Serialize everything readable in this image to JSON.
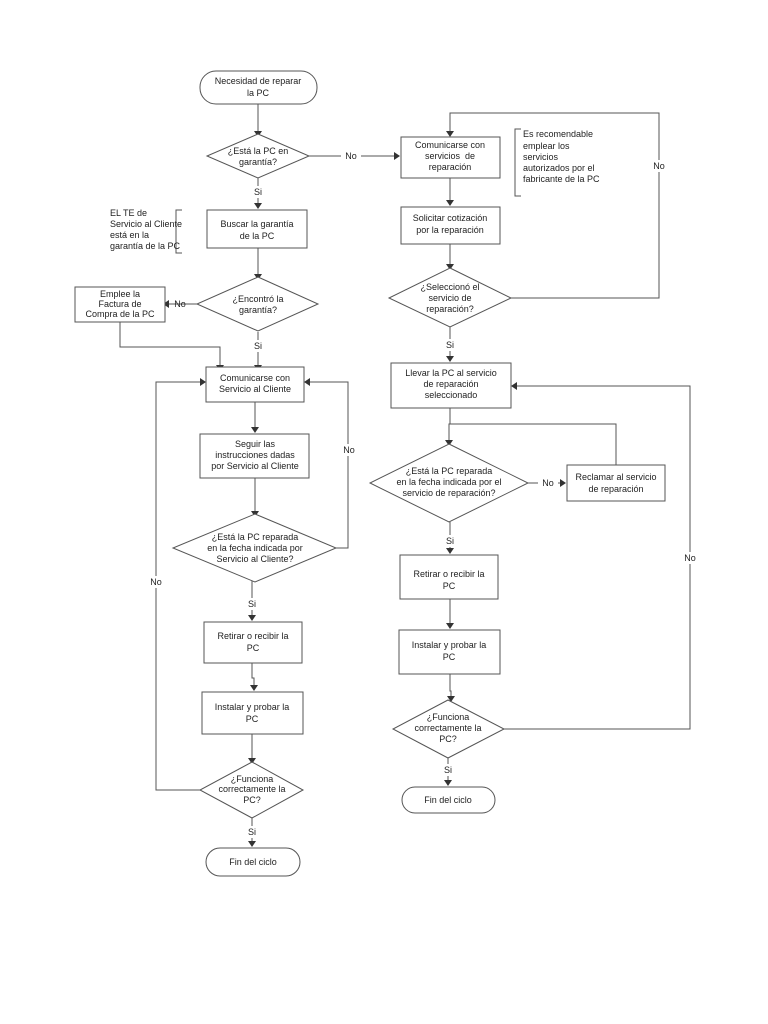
{
  "start": [
    "Necesidad de reparar",
    "la PC"
  ],
  "warranty_q": [
    "¿Está la PC en",
    "garantía?"
  ],
  "search_warranty": [
    "Buscar la garantía",
    "de la PC"
  ],
  "note_te": [
    "EL TE de",
    "Servicio al Cliente",
    "está en la",
    "garantía de la PC"
  ],
  "found_q": [
    "¿Encontró la",
    "garantía?"
  ],
  "use_invoice": [
    "Emplee la",
    "Factura de",
    "Compra de la PC"
  ],
  "contact_cs": [
    "Comunicarse con",
    "Servicio al Cliente"
  ],
  "follow_instr": [
    "Seguir las",
    "instrucciones dadas",
    "por Servicio al Cliente"
  ],
  "repaired_q_left": [
    "¿Está la PC reparada",
    "en la fecha indicada por",
    "Servicio al Cliente?"
  ],
  "pickup_left": [
    "Retirar o recibir la",
    "PC"
  ],
  "install_left": [
    "Instalar y probar la",
    "PC"
  ],
  "works_q_left": [
    "¿Funciona",
    "correctamente la",
    "PC?"
  ],
  "end_left": [
    "Fin del ciclo"
  ],
  "contact_repair": [
    "Comunicarse con",
    "servicios  de",
    "reparación"
  ],
  "note_auth": [
    "Es recomendable",
    "emplear los",
    "servicios",
    "autorizados por el",
    "fabricante de la PC"
  ],
  "request_quote": [
    "Solicitar cotización",
    "por la reparación"
  ],
  "selected_q": [
    "¿Seleccionó el",
    "servicio de",
    "reparación?"
  ],
  "take_pc": [
    "Llevar la PC al servicio",
    "de reparación",
    "seleccionado"
  ],
  "repaired_q_right": [
    "¿Está la PC reparada",
    "en la fecha indicada por el",
    "servicio de reparación?"
  ],
  "claim": [
    "Reclamar al servicio",
    "de reparación"
  ],
  "pickup_right": [
    "Retirar o recibir la",
    "PC"
  ],
  "install_right": [
    "Instalar y probar la",
    "PC"
  ],
  "works_q_right": [
    "¿Funciona",
    "correctamente la",
    "PC?"
  ],
  "end_right": [
    "Fin del ciclo"
  ],
  "labels": {
    "no_warranty": "No",
    "si_warranty": "Si",
    "no_found": "No",
    "si_found": "Si",
    "no_repaired_left": "No",
    "si_repaired_left": "Si",
    "no_works_left": "No",
    "si_works_left": "Si",
    "no_selected": "No",
    "si_selected": "Si",
    "no_repaired_right": "No",
    "si_repaired_right": "Si",
    "no_works_right": "No",
    "si_works_right": "Si"
  }
}
